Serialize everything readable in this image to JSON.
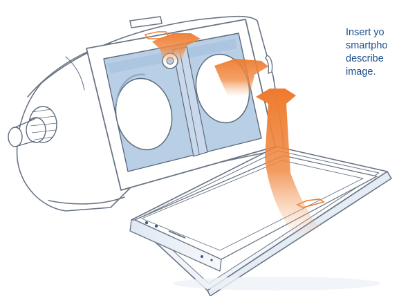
{
  "caption": {
    "lines": [
      "Insert yo",
      "smartpho",
      "describe",
      "image."
    ]
  },
  "colors": {
    "outline": "#6a7484",
    "lens_blue": "#b9cfe6",
    "arrow_orange": "#ee7a2d",
    "text_blue": "#1b4f8f"
  },
  "icons": {
    "focus_knob": "focus-knob-icon",
    "insert_arrow": "insert-arrow-icon"
  }
}
